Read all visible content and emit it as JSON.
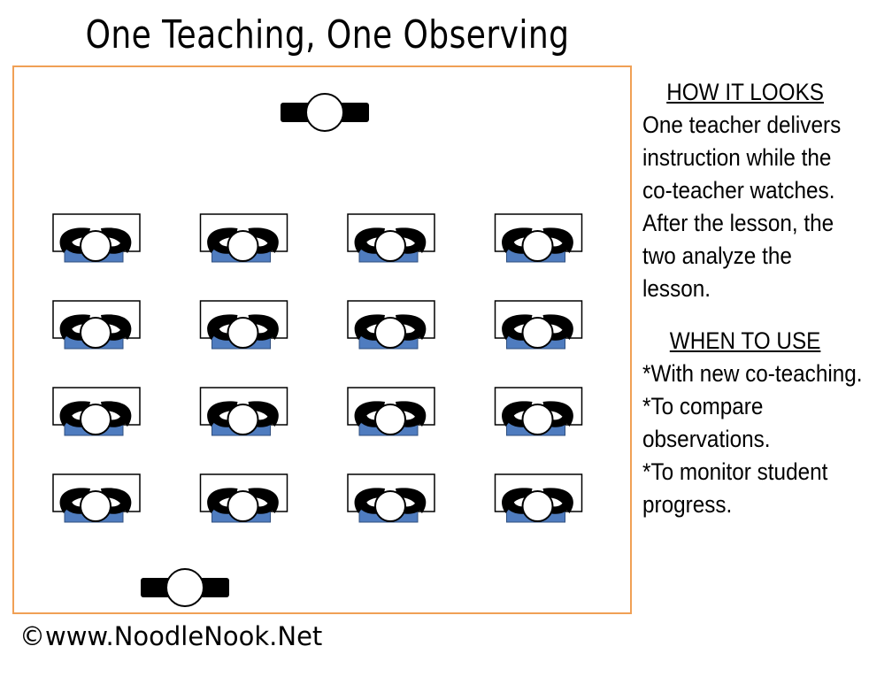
{
  "title": "One Teaching, One Observing",
  "how_it_looks": {
    "heading": "HOW IT LOOKS",
    "text": "One teacher delivers instruction while the co-teacher watches. After the lesson, the two analyze the lesson."
  },
  "when_to_use": {
    "heading": "WHEN TO USE",
    "items": [
      "*With new co-teaching.",
      "*To compare observations.",
      "*To monitor student progress."
    ]
  },
  "copyright": "©www.NoodleNook.Net",
  "colors": {
    "room_border": "#f0a055",
    "chair_blue": "#4f7cbf",
    "ink": "#000000"
  },
  "classroom": {
    "student_rows": 4,
    "student_columns": 4,
    "teachers": [
      {
        "role": "teaching",
        "icon": "teacher-icon"
      },
      {
        "role": "observing",
        "icon": "teacher-icon"
      }
    ]
  }
}
